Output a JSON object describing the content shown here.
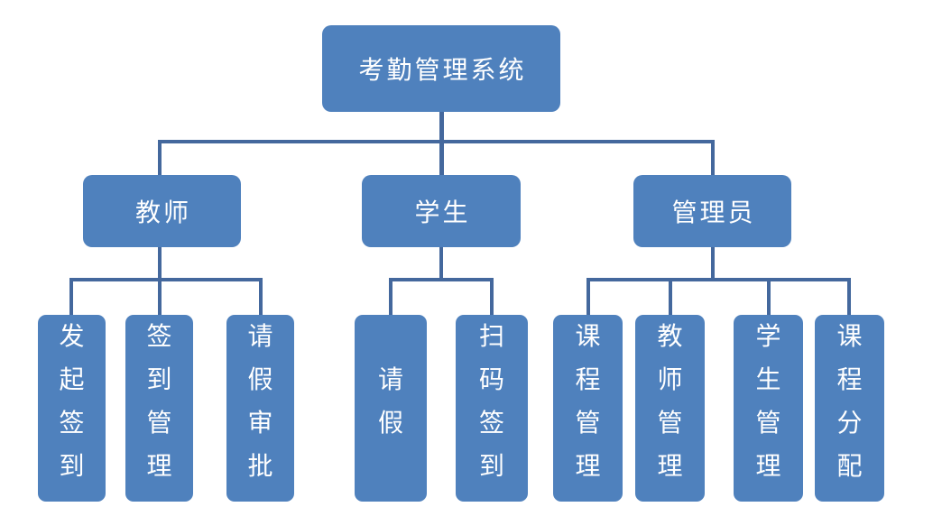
{
  "diagram": {
    "type": "org-chart",
    "root": {
      "label": "考勤管理系统"
    },
    "branches": [
      {
        "label": "教师",
        "children": [
          "发起签到",
          "签到管理",
          "请假审批"
        ]
      },
      {
        "label": "学生",
        "children": [
          "请假",
          "扫码签到"
        ]
      },
      {
        "label": "管理员",
        "children": [
          "课程管理",
          "教师管理",
          "学生管理",
          "课程分配"
        ]
      }
    ],
    "colors": {
      "node_fill": "#4F81BD",
      "connector": "#44689D",
      "node_text": "#FFFFFF",
      "background": "#FFFFFF"
    }
  }
}
